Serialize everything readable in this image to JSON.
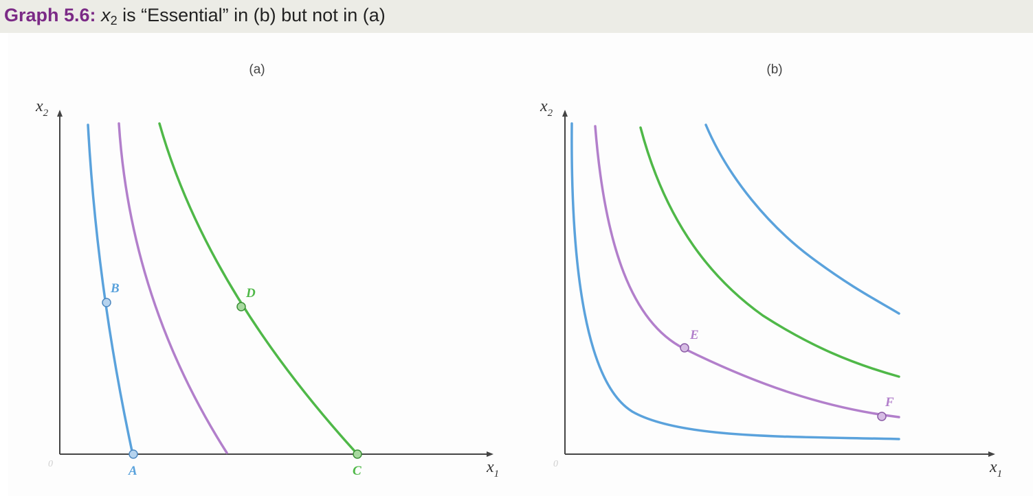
{
  "header": {
    "label": "Graph 5.6:",
    "text_var": "x",
    "text_sub": "2",
    "text_rest": " is “Essential” in (b) but not in (a)"
  },
  "colors": {
    "blue": "#5aa2dc",
    "purple": "#b27fcb",
    "green": "#4fb848",
    "axis": "#444444",
    "header_bg": "#ecece6",
    "title_accent": "#7b2a86"
  },
  "panels": {
    "a": {
      "label": "(a)",
      "y_axis": "x",
      "y_axis_sub": "2",
      "x_axis": "x",
      "x_axis_sub": "1",
      "origin": "0",
      "points": {
        "A": "A",
        "B": "B",
        "C": "C",
        "D": "D"
      }
    },
    "b": {
      "label": "(b)",
      "y_axis": "x",
      "y_axis_sub": "2",
      "x_axis": "x",
      "x_axis_sub": "1",
      "origin": "0",
      "points": {
        "E": "E",
        "F": "F"
      }
    }
  }
}
